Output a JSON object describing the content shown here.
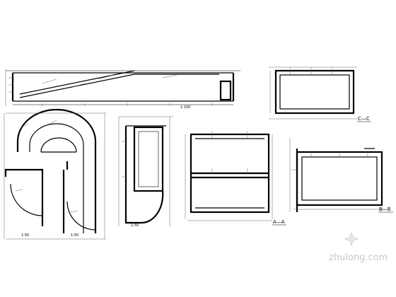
{
  "drawing": {
    "elevation": {
      "scale_note": "1:100"
    },
    "plan_left": {
      "scale_note": "1:50"
    },
    "plan_mid": {
      "scale_note": "1:50"
    },
    "plan_narrow": {
      "scale_note": "1:50"
    },
    "section_cc": {
      "label": "C—C"
    },
    "section_aa": {
      "label": "A—A"
    },
    "section_bb": {
      "label": "B—B"
    }
  },
  "watermark": {
    "text": "zhulong.com"
  },
  "colors": {
    "ink": "#000000",
    "paper": "#ffffff",
    "watermark": "#c8c8c8"
  },
  "icons": [
    "watermark-logo-icon"
  ]
}
